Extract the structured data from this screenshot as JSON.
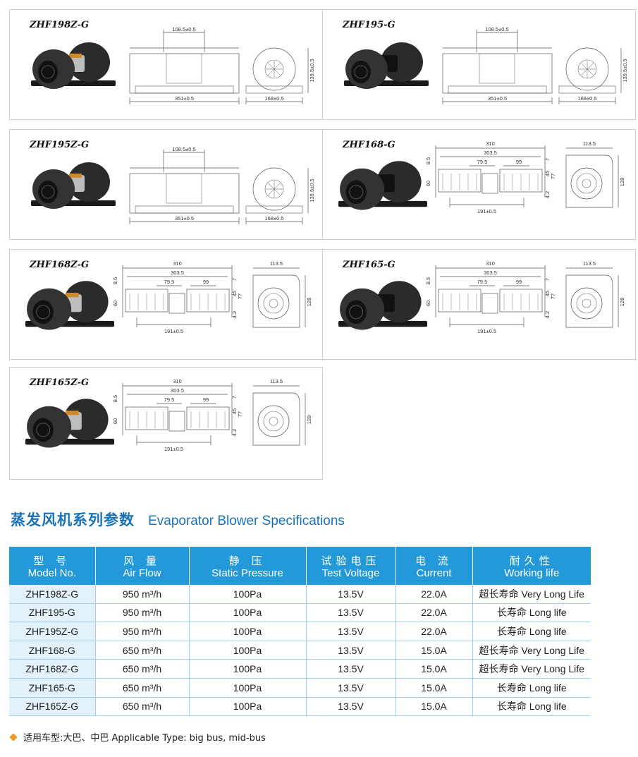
{
  "panels": [
    {
      "model": "ZHF198Z-G",
      "variant": "wide",
      "dims": {
        "top": "108.5±0.5",
        "bottom": "351±0.5",
        "side_w": "168±0.5",
        "side_h": "139.5±0.5"
      }
    },
    {
      "model": "ZHF195-G",
      "variant": "wide",
      "dims": {
        "top": "108.5±0.5",
        "bottom": "351±0.5",
        "side_w": "168±0.5",
        "side_h": "139.5±0.5"
      }
    },
    {
      "model": "ZHF195Z-G",
      "variant": "wide",
      "dims": {
        "top": "108.5±0.5",
        "bottom": "351±0.5",
        "side_w": "168±0.5",
        "side_h": "139.5±0.5"
      }
    },
    {
      "model": "ZHF168-G",
      "variant": "narrow",
      "dims": {
        "d310": "310",
        "d303": "303.5",
        "d79": "79.5",
        "d99": "99",
        "d191": "191±0.5",
        "d113": "113.5",
        "d128": "128",
        "d85": "8.5",
        "d60": "60",
        "d7": "7",
        "d45": "45",
        "d77": "77",
        "d42": "4.2"
      }
    },
    {
      "model": "ZHF168Z-G",
      "variant": "narrow",
      "dims": {
        "d310": "310",
        "d303": "303.5",
        "d79": "79.5",
        "d99": "99",
        "d191": "191±0.5",
        "d113": "113.5",
        "d128": "128",
        "d85": "8.5",
        "d60": "60",
        "d7": "7",
        "d45": "45",
        "d77": "77",
        "d42": "4.2"
      }
    },
    {
      "model": "ZHF165-G",
      "variant": "narrow",
      "dims": {
        "d310": "310",
        "d303": "303.5",
        "d79": "79.5",
        "d99": "99",
        "d191": "191±0.5",
        "d113": "113.5",
        "d128": "128",
        "d85": "8.5",
        "d60": "60",
        "d7": "7",
        "d45": "45",
        "d77": "77",
        "d42": "4.2"
      }
    },
    {
      "model": "ZHF165Z-G",
      "variant": "narrow",
      "dims": {
        "d310": "310",
        "d303": "303.5",
        "d79": "79.5",
        "d99": "99",
        "d191": "191±0.5",
        "d113": "113.5",
        "d128": "128",
        "d85": "8.5",
        "d60": "60",
        "d7": "7",
        "d45": "45",
        "d77": "77",
        "d42": "4.2"
      }
    }
  ],
  "section_title": {
    "cn": "蒸发风机系列参数",
    "en": "Evaporator Blower Specifications"
  },
  "table": {
    "headers": [
      {
        "cn": "型 号",
        "en": "Model No."
      },
      {
        "cn": "风 量",
        "en": "Air Flow"
      },
      {
        "cn": "静 压",
        "en": "Static Pressure"
      },
      {
        "cn": "试验电压",
        "en": "Test Voltage"
      },
      {
        "cn": "电 流",
        "en": "Current"
      },
      {
        "cn": "耐久性",
        "en": "Working life"
      }
    ],
    "rows": [
      [
        "ZHF198Z-G",
        "950 m³/h",
        "100Pa",
        "13.5V",
        "22.0A",
        "超长寿命 Very Long Life"
      ],
      [
        "ZHF195-G",
        "950 m³/h",
        "100Pa",
        "13.5V",
        "22.0A",
        "长寿命 Long life"
      ],
      [
        "ZHF195Z-G",
        "950 m³/h",
        "100Pa",
        "13.5V",
        "22.0A",
        "长寿命 Long life"
      ],
      [
        "ZHF168-G",
        "650 m³/h",
        "100Pa",
        "13.5V",
        "15.0A",
        "超长寿命 Very Long Life"
      ],
      [
        "ZHF168Z-G",
        "650 m³/h",
        "100Pa",
        "13.5V",
        "15.0A",
        "超长寿命 Very Long Life"
      ],
      [
        "ZHF165-G",
        "650 m³/h",
        "100Pa",
        "13.5V",
        "15.0A",
        "长寿命 Long life"
      ],
      [
        "ZHF165Z-G",
        "650 m³/h",
        "100Pa",
        "13.5V",
        "15.0A",
        "长寿命 Long life"
      ]
    ]
  },
  "footnote": "适用车型:大巴、中巴 Applicable Type: big bus, mid-bus",
  "colors": {
    "accent": "#2499d9",
    "title": "#1a73b8",
    "row_alt": "#e3f1fa",
    "bullet": "#f39a1e"
  }
}
